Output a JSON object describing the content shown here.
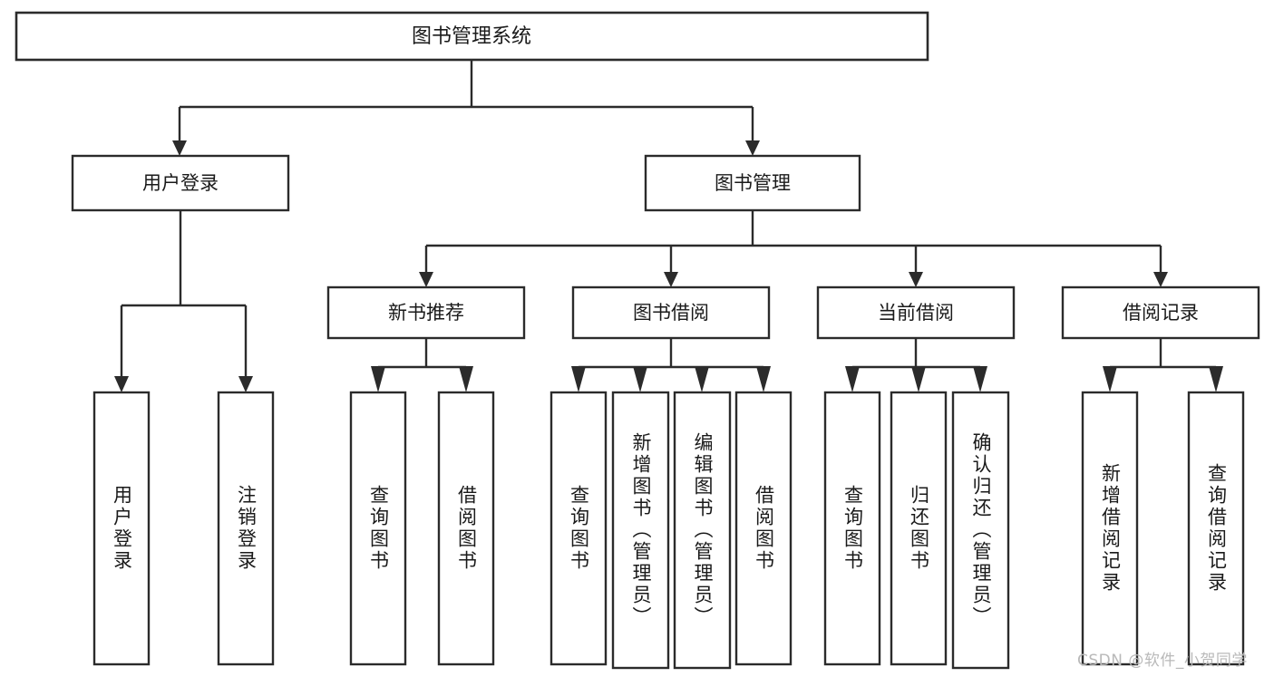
{
  "diagram": {
    "title": "图书管理系统",
    "type": "tree",
    "watermark": "CSDN @软件_小贺同学",
    "colors": {
      "background": "#ffffff",
      "box_fill": "#ffffff",
      "box_stroke": "#2b2b2b",
      "text": "#1a1a1a",
      "watermark": "#b9b9b9"
    },
    "root": {
      "id": "root",
      "label": "图书管理系统"
    },
    "level1": [
      {
        "id": "user-login",
        "label": "用户登录"
      },
      {
        "id": "book-manage",
        "label": "图书管理"
      }
    ],
    "level2": [
      {
        "id": "new-book-recommend",
        "label": "新书推荐",
        "parent": "book-manage"
      },
      {
        "id": "book-borrow",
        "label": "图书借阅",
        "parent": "book-manage"
      },
      {
        "id": "current-borrow",
        "label": "当前借阅",
        "parent": "book-manage"
      },
      {
        "id": "borrow-record",
        "label": "借阅记录",
        "parent": "book-manage"
      }
    ],
    "leaves": [
      {
        "id": "leaf-user-login",
        "label": "用户登录",
        "parent": "user-login"
      },
      {
        "id": "leaf-logout",
        "label": "注销登录",
        "parent": "user-login"
      },
      {
        "id": "leaf-query-book-1",
        "label": "查询图书",
        "parent": "new-book-recommend"
      },
      {
        "id": "leaf-borrow-book-1",
        "label": "借阅图书",
        "parent": "new-book-recommend"
      },
      {
        "id": "leaf-query-book-2",
        "label": "查询图书",
        "parent": "book-borrow"
      },
      {
        "id": "leaf-add-book",
        "label": "新增图书（管理员）",
        "parent": "book-borrow"
      },
      {
        "id": "leaf-edit-book",
        "label": "编辑图书（管理员）",
        "parent": "book-borrow"
      },
      {
        "id": "leaf-borrow-book-2",
        "label": "借阅图书",
        "parent": "book-borrow"
      },
      {
        "id": "leaf-query-book-3",
        "label": "查询图书",
        "parent": "current-borrow"
      },
      {
        "id": "leaf-return-book",
        "label": "归还图书",
        "parent": "current-borrow"
      },
      {
        "id": "leaf-confirm-return",
        "label": "确认归还（管理员）",
        "parent": "current-borrow"
      },
      {
        "id": "leaf-add-record",
        "label": "新增借阅记录",
        "parent": "borrow-record"
      },
      {
        "id": "leaf-query-record",
        "label": "查询借阅记录",
        "parent": "borrow-record"
      }
    ]
  }
}
